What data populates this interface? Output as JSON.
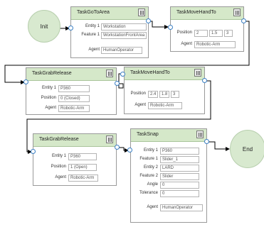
{
  "nodes": {
    "init": "Init",
    "end": "End"
  },
  "tasks": {
    "goto": {
      "title": "TaskGoToArea",
      "entity1_label": "Entity 1",
      "entity1": "Workstation",
      "feature1_label": "Feature 1",
      "feature1": "WorkstationFrontArea",
      "agent_label": "Agent",
      "agent": "HumanOperator"
    },
    "move1": {
      "title": "TaskMoveHandTo",
      "position_label": "Position",
      "position": [
        "2",
        "1.5",
        "3"
      ],
      "agent_label": "Agent",
      "agent": "Robotic-Arm"
    },
    "grab1": {
      "title": "TaskGrabRelease",
      "entity1_label": "Entity 1",
      "entity1": "P360",
      "position_label": "Position",
      "position": "0 (Closed)",
      "agent_label": "Agent",
      "agent": "Robotic-Arm"
    },
    "move2": {
      "title": "TaskMoveHandTo",
      "position_label": "Position",
      "position": [
        "2.4",
        "1.8",
        "3"
      ],
      "agent_label": "Agent",
      "agent": "Robotic-Arm"
    },
    "grab2": {
      "title": "TaskGrabRelease",
      "entity1_label": "Entity 1",
      "entity1": "P360",
      "position_label": "Position",
      "position": "1 (Open)",
      "agent_label": "Agent",
      "agent": "Robotic-Arm"
    },
    "snap": {
      "title": "TaskSnap",
      "entity1_label": "Entity 1",
      "entity1": "P360",
      "feature1_label": "Feature 1",
      "feature1": "Slider_1",
      "entity2_label": "Entity 2",
      "entity2": "LARD",
      "feature2_label": "Feature 2",
      "feature2": "Slider",
      "angle_label": "Angle",
      "angle": "0",
      "tolerance_label": "Tolerance",
      "tolerance": "0",
      "agent_label": "Agent",
      "agent": "HumanOperator"
    }
  },
  "colors": {
    "header": "#d5e8c9",
    "node": "#d8e9cf",
    "wire": "#000000",
    "port": "#3a7fc4"
  }
}
